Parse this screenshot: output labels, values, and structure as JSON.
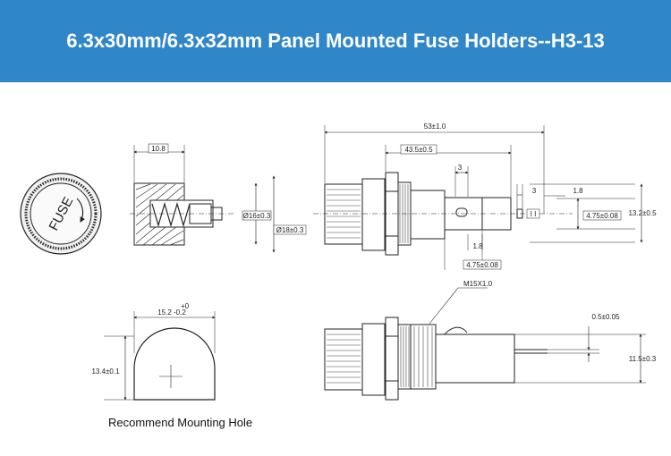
{
  "title": "6.3x30mm/6.3x32mm Panel Mounted Fuse Holders--H3-13",
  "cap_label": "FUSE",
  "caption": "Recommend Mounting Hole",
  "dimensions": {
    "cap_width": "10.8",
    "dia_16": "Ø16±0.3",
    "dia_18": "Ø18±0.3",
    "overall_length": "53±1.0",
    "body_length": "43.5±0.5",
    "d3_top": "3",
    "d3_right": "3",
    "d1_8_top": "1.8",
    "d1_8_bottom": "1.8",
    "term_4_75_right": "4.75±0.08",
    "term_4_75_bottom": "4.75±0.08",
    "height_13_2": "13.2±0.5",
    "thread": "M15X1.0",
    "term_0_5": "0.5±0.05",
    "height_11_5": "11.5±0.3",
    "hole_width": "15.2",
    "hole_tol_upper": "+0",
    "hole_tol_lower": "-0.2",
    "hole_height": "13.4±0.1"
  },
  "colors": {
    "banner": "#2f86c8",
    "title_text": "#ffffff",
    "line": "#222222"
  }
}
